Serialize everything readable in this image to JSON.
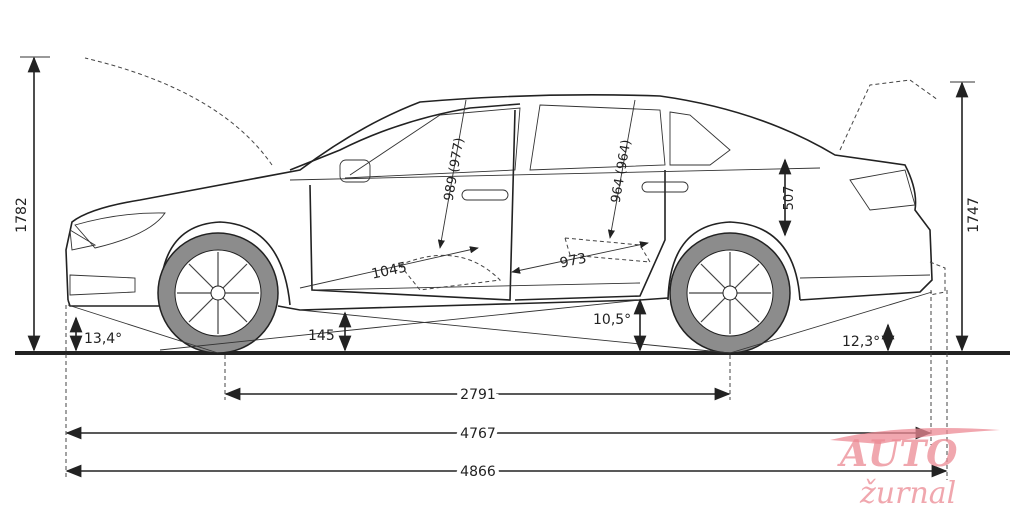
{
  "diagram": {
    "dimensions": {
      "front_height": "1782",
      "rear_height": "1747",
      "front_headroom": "989 (977)",
      "rear_headroom": "964 (964)",
      "rear_seat_height": "507",
      "front_legroom": "1045",
      "rear_legroom": "973",
      "approach_angle": "13,4°",
      "ground_clearance": "145",
      "ramp_angle": "10,5°",
      "departure_angle": "12,3°",
      "wheelbase": "2791",
      "length": "4767",
      "length_overall": "4866"
    },
    "logo": {
      "line1": "AUTO",
      "line2": "žurnal",
      "color": "#ec8a94"
    }
  }
}
